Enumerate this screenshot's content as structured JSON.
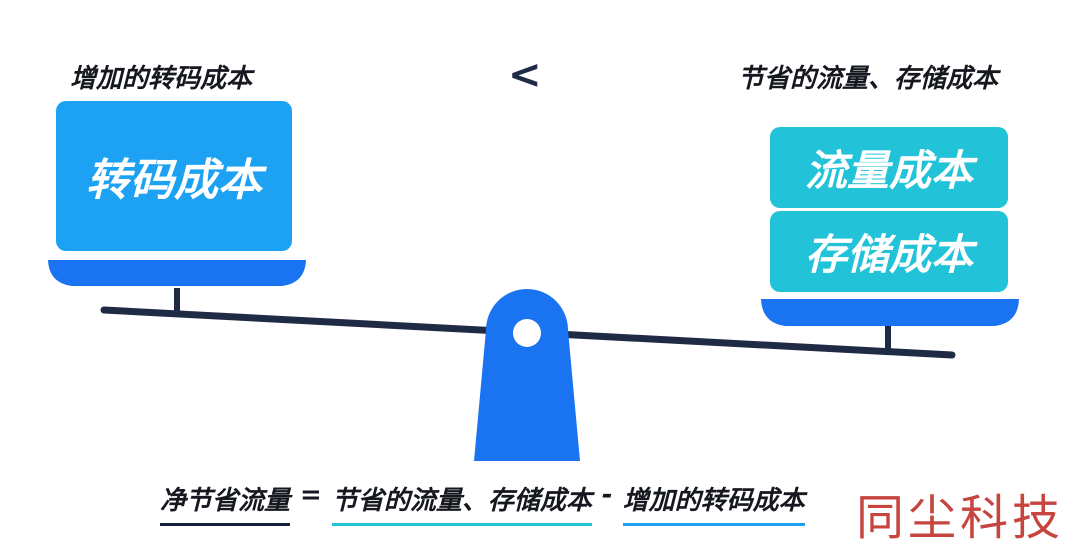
{
  "header": {
    "left_label": "增加的转码成本",
    "comparison": "<",
    "right_label": "节省的流量、存储成本"
  },
  "left_pan": {
    "box_label": "转码成本"
  },
  "right_pan": {
    "top_box_label": "流量成本",
    "bottom_box_label": "存储成本"
  },
  "formula": {
    "term": "净节省流量",
    "equals": "=",
    "savings": "节省的流量、存储成本",
    "minus": "-",
    "cost": "增加的转码成本"
  },
  "watermark": "同尘科技",
  "colors": {
    "left_box": "#1da1f3",
    "right_boxes": "#22c2d8",
    "pans_and_fulcrum": "#1a73f0",
    "beam": "#1f2a44"
  }
}
